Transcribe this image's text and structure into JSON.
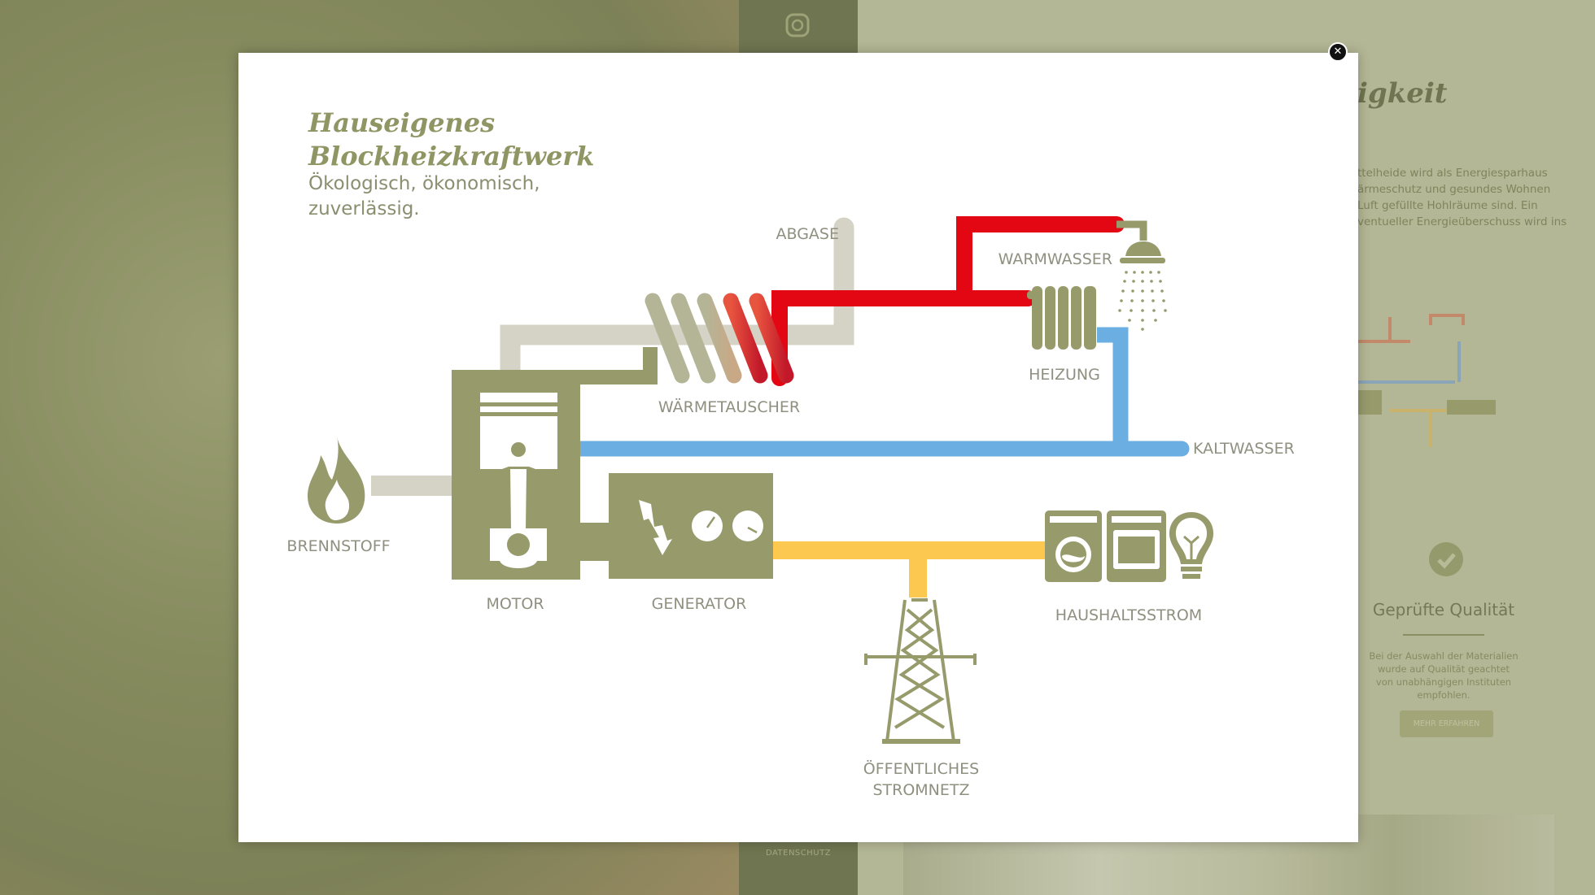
{
  "background": {
    "nav": {
      "logo_icon": "leaf-logo-icon",
      "footer_link": "DATENSCHUTZ"
    },
    "right_panel": {
      "heading_fragment": "igkeit",
      "paragraph_lines": [
        "ttelheide wird als Energiesparhaus",
        "ärmeschutz und gesundes Wohnen",
        "Luft gefüllte Hohlräume sind. Ein",
        "ventueller Energieüberschuss wird ins"
      ],
      "quality": {
        "icon": "check-circle-icon",
        "title": "Geprüfte Qualität",
        "text_lines": [
          "Bei der Auswahl der Materialien",
          "wurde auf Qualität geachtet",
          "von unabhängigen Instituten empfohlen."
        ],
        "button": "MEHR ERFAHREN"
      }
    }
  },
  "modal": {
    "close_icon": "close-icon",
    "title_lines": [
      "Hauseigenes",
      "Blockheizkraftwerk"
    ],
    "subtitle_lines": [
      "Ökologisch, ökonomisch,",
      "zuverlässig."
    ],
    "diagram": {
      "labels": {
        "fuel": "BRENNSTOFF",
        "motor": "MOTOR",
        "generator": "GENERATOR",
        "exhaust": "ABGASE",
        "heat_exchanger": "WÄRMETAUSCHER",
        "hot_water": "WARMWASSER",
        "heating": "HEIZUNG",
        "cold_water": "KALTWASSER",
        "household_power": "HAUSHALTSSTROM",
        "grid_line1": "ÖFFENTLICHES",
        "grid_line2": "STROMNETZ"
      },
      "colors": {
        "component": "#979b6c",
        "exhaust": "#d4d3c6",
        "hot": "#e30613",
        "cold": "#6aaee2",
        "power": "#fcc84f"
      }
    }
  }
}
